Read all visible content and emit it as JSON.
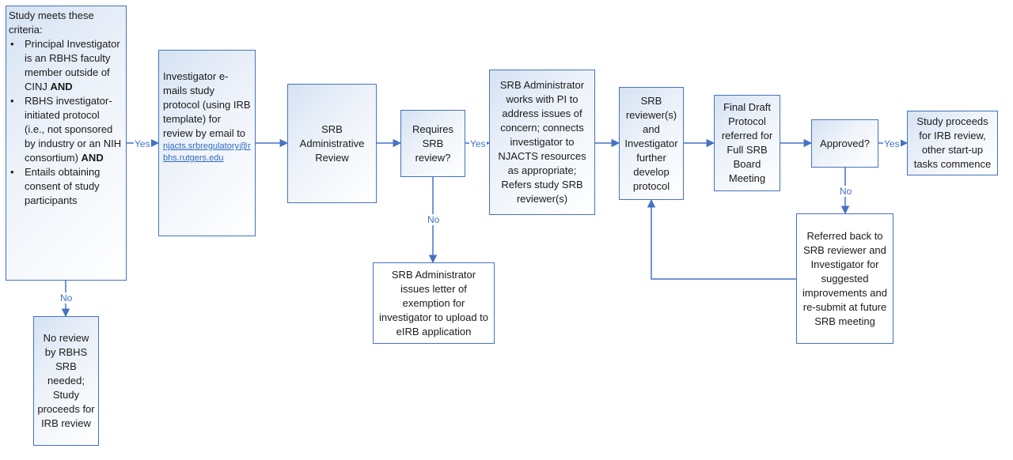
{
  "nodes": {
    "criteria": {
      "heading": "Study meets these criteria:",
      "bullets": [
        {
          "text": "Principal Investigator is an RBHS faculty member outside of CINJ",
          "suffix": "AND"
        },
        {
          "text": "RBHS investigator-initiated protocol (i.e., not sponsored by industry or an NIH consortium)",
          "suffix": "AND"
        },
        {
          "text": "Entails obtaining consent of study participants",
          "suffix": ""
        }
      ]
    },
    "no_review": "No review by RBHS SRB needed; Study proceeds for IRB review",
    "investigator_email": {
      "text": "Investigator e-mails study protocol (using IRB template) for review by email to",
      "email": "njacts.srbregulatory@rbhs.rutgers.edu"
    },
    "admin_review": "SRB Administrative Review",
    "requires_review": "Requires SRB review?",
    "exemption_letter": "SRB Administrator issues letter of exemption for investigator to upload to eIRB application",
    "admin_works": "SRB Administrator works with PI to address issues of concern; connects investigator to NJACTS resources as appropriate; Refers study SRB reviewer(s)",
    "reviewers_develop": "SRB reviewer(s) and Investigator further develop protocol",
    "final_draft": "Final Draft Protocol referred for Full SRB Board Meeting",
    "approved": "Approved?",
    "proceeds": "Study proceeds for IRB review, other start-up tasks commence",
    "referred_back": "Referred back to SRB reviewer and Investigator for suggested improvements and re-submit at future SRB meeting"
  },
  "edge_labels": {
    "criteria_no": "No",
    "criteria_yes": "Yes",
    "requires_yes": "Yes",
    "requires_no": "No",
    "approved_yes": "Yes",
    "approved_no": "No"
  },
  "colors": {
    "border": "#4472c4",
    "arrow": "#4472c4",
    "fill_start": "#d6e2f3"
  }
}
